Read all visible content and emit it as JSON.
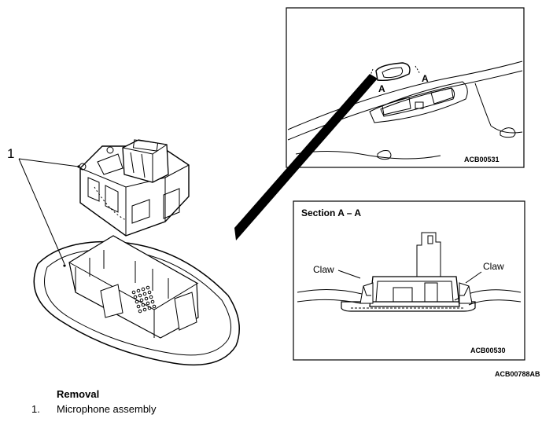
{
  "diagram": {
    "callout_number": "1",
    "top_view_code": "ACB00531",
    "label_a_left": "A",
    "label_a_right": "A",
    "section_title": "Section A – A",
    "claw_left": "Claw",
    "claw_right": "Claw",
    "section_code": "ACB00530",
    "figure_code": "ACB00788AB"
  },
  "caption": {
    "heading": "Removal",
    "item_number": "1.",
    "item_label": "Microphone assembly"
  }
}
